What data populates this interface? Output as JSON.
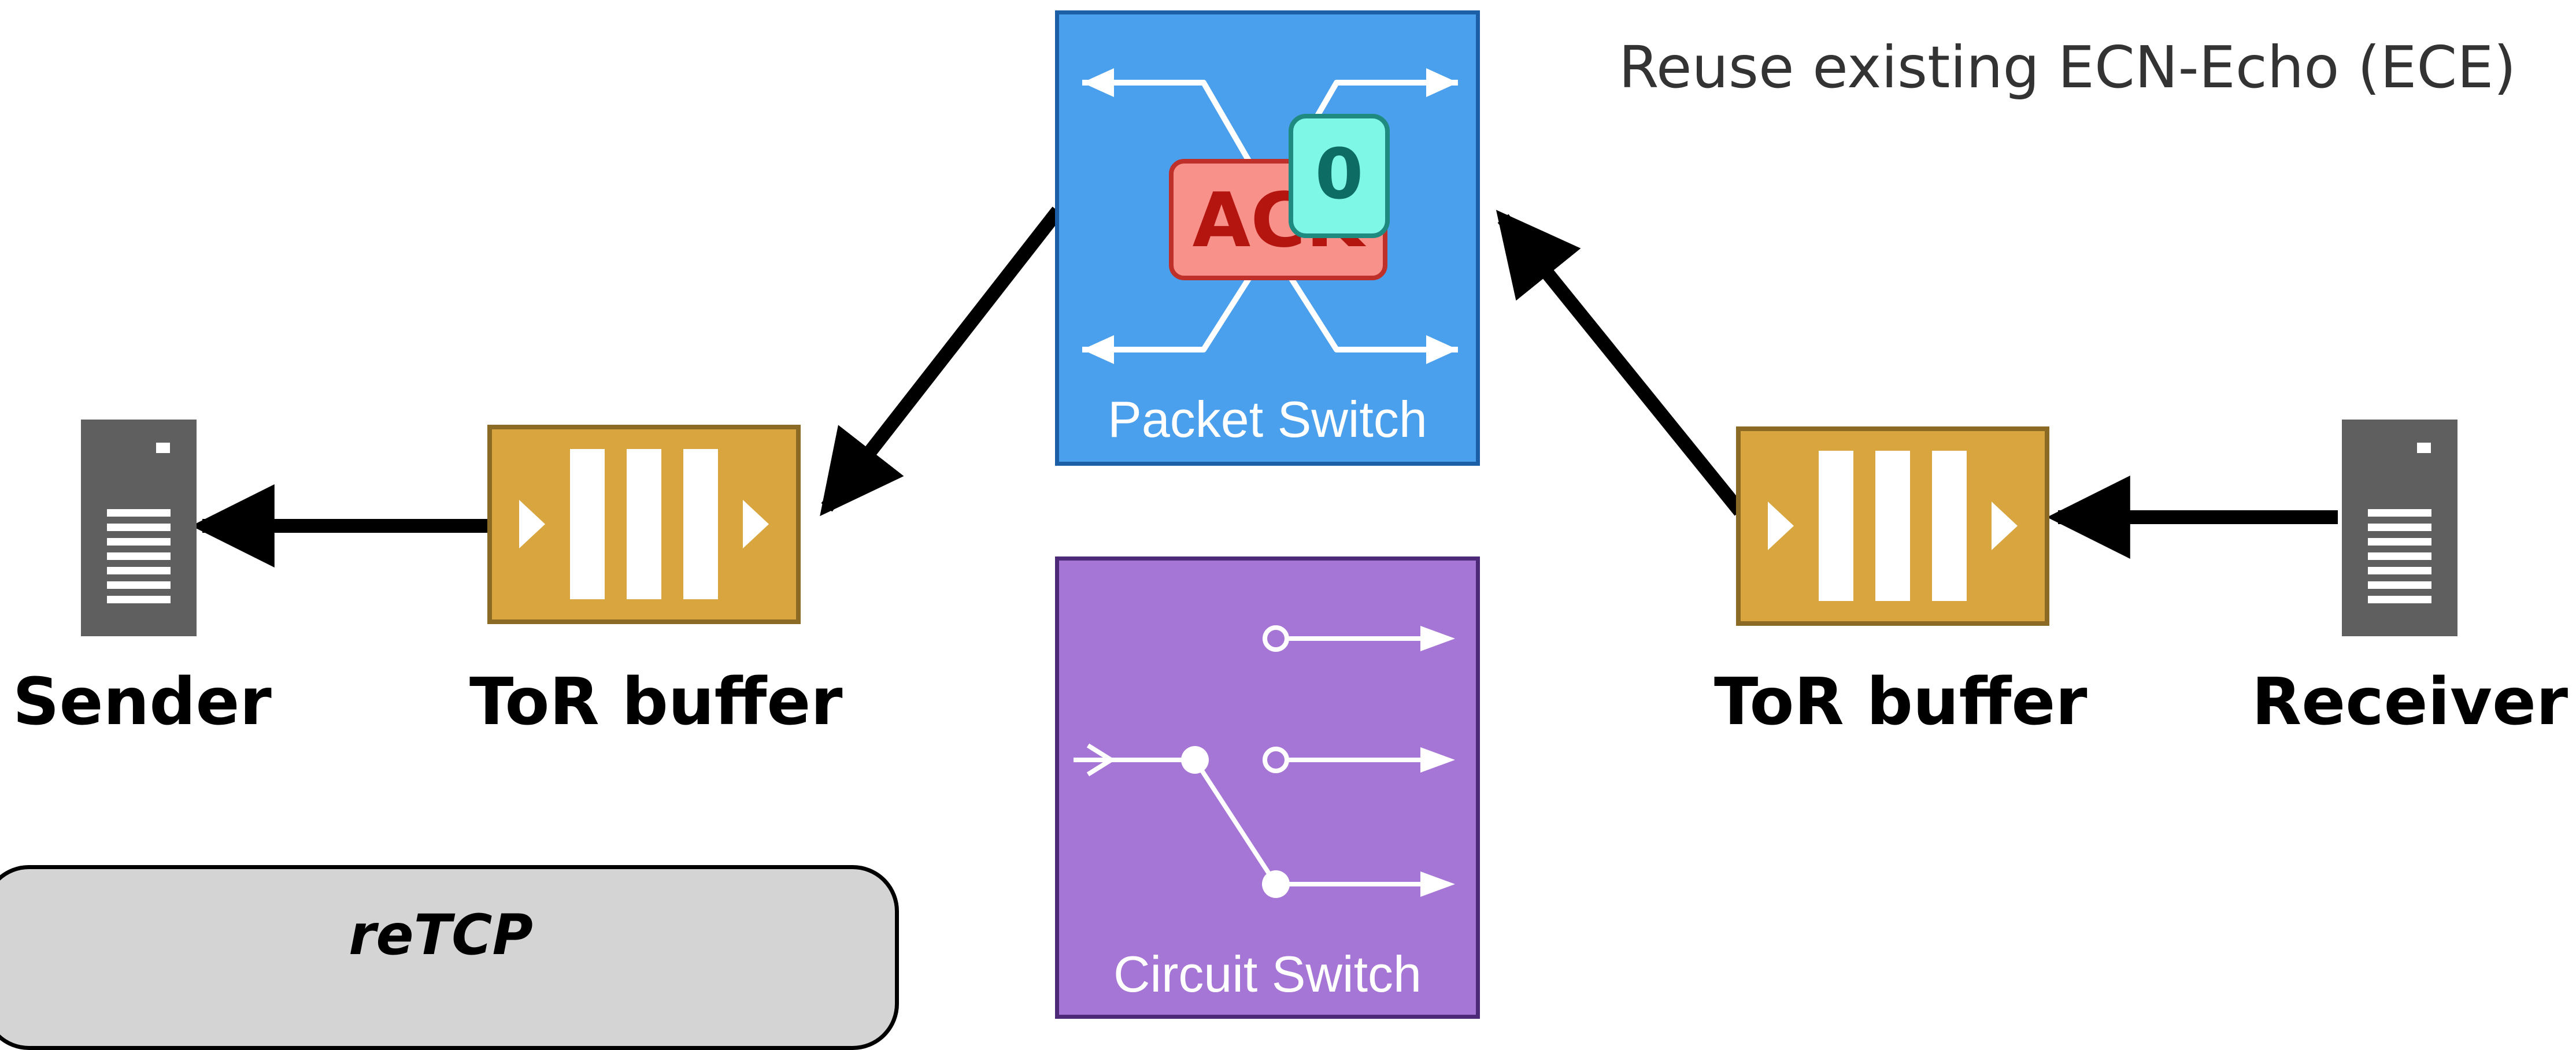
{
  "nodes": {
    "sender": {
      "label": "Sender",
      "icon": "server-icon"
    },
    "receiver": {
      "label": "Receiver",
      "icon": "server-icon"
    },
    "tor_left": {
      "label": "ToR buffer",
      "icon": "buffer-queue-icon"
    },
    "tor_right": {
      "label": "ToR buffer",
      "icon": "buffer-queue-icon"
    }
  },
  "packet_switch": {
    "label": "Packet Switch",
    "packet_label": "ACK",
    "flag_value": "0",
    "color": "#4aa0ec"
  },
  "circuit_switch": {
    "label": "Circuit Switch",
    "color": "#a576d5"
  },
  "annotation": "Reuse existing ECN-Echo (ECE)",
  "retcp_box": {
    "title": "reTCP"
  },
  "colors": {
    "buffer": "#d9a53f",
    "server": "#5f5f5f",
    "ack": "#f7918a",
    "flag": "#7ff7e6",
    "arrow": "#000000"
  }
}
